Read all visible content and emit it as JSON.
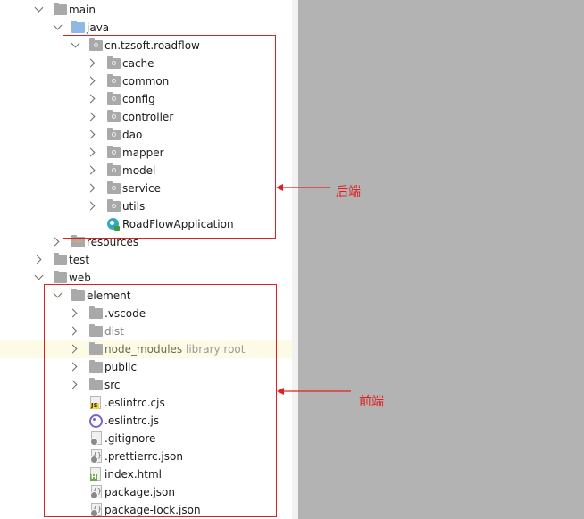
{
  "tree": {
    "main": "main",
    "java": "java",
    "package": "cn.tzsoft.roadflow",
    "backend_folders": [
      "cache",
      "common",
      "config",
      "controller",
      "dao",
      "mapper",
      "model",
      "service",
      "utils"
    ],
    "app_class": "RoadFlowApplication",
    "resources": "resources",
    "test": "test",
    "web": "web",
    "element": "element",
    "vscode": ".vscode",
    "dist": "dist",
    "node_modules": "node_modules",
    "library_root": "library root",
    "public": "public",
    "src": "src",
    "files": {
      "eslintrc_cjs": ".eslintrc.cjs",
      "eslintrc_js": ".eslintrc.js",
      "gitignore": ".gitignore",
      "prettierrc": ".prettierrc.json",
      "index_html": "index.html",
      "package_json": "package.json",
      "package_lock": "package-lock.json"
    }
  },
  "annotations": {
    "backend": "后端",
    "frontend": "前端"
  },
  "colors": {
    "right_pane": "#b3b3b3",
    "highlight": "#fdfbe6",
    "annotation": "#e02020"
  }
}
